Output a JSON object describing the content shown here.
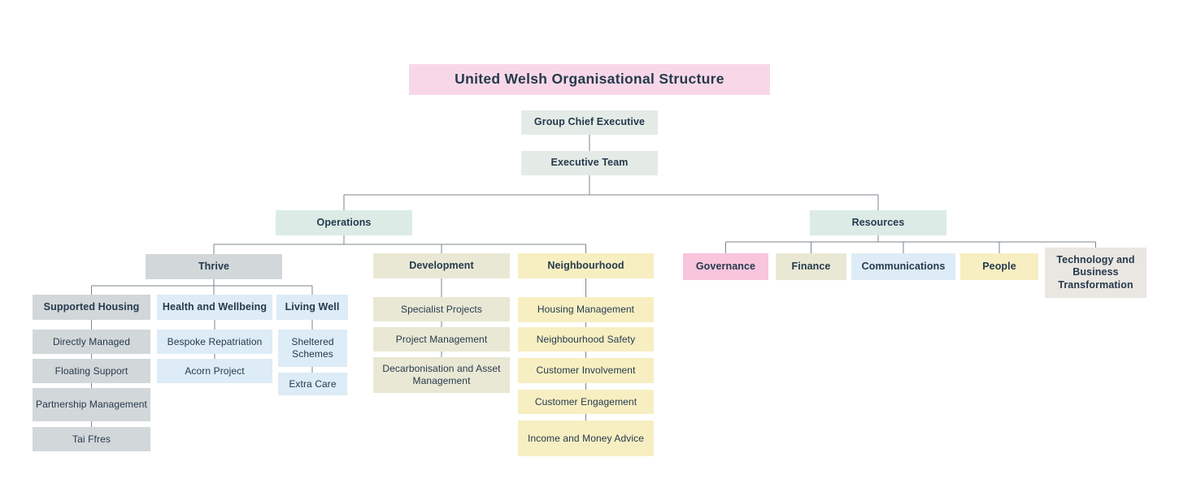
{
  "title": {
    "label": "United Welsh Organisational Structure"
  },
  "colors": {
    "title_bg": "#f8d8e8",
    "executive_bg": "#e4ebe7",
    "division_bg": "#dcebe6",
    "gray_bg": "#d2d7d9",
    "beige_bg": "#e9e8d4",
    "yellow_bg": "#f7efc2",
    "blue_bg": "#ddecf6",
    "pink_bg": "#f8c5dd",
    "warm_gray_bg": "#eae6e1",
    "text": "#253a4d",
    "connector": "#7b868d"
  },
  "nodes": {
    "group_chief_executive": {
      "label": "Group Chief Executive"
    },
    "executive_team": {
      "label": "Executive Team"
    },
    "operations": {
      "label": "Operations"
    },
    "resources": {
      "label": "Resources"
    },
    "thrive": {
      "label": "Thrive"
    },
    "development": {
      "label": "Development"
    },
    "neighbourhood": {
      "label": "Neighbourhood"
    },
    "supported_housing": {
      "label": "Supported Housing"
    },
    "health_and_wellbeing": {
      "label": "Health and Wellbeing"
    },
    "living_well": {
      "label": "Living Well"
    },
    "directly_managed": {
      "label": "Directly Managed"
    },
    "floating_support": {
      "label": "Floating Support"
    },
    "partnership_management": {
      "label": "Partnership Management"
    },
    "tai_ffres": {
      "label": "Tai Ffres"
    },
    "bespoke_repatriation": {
      "label": "Bespoke Repatriation"
    },
    "acorn_project": {
      "label": "Acorn Project"
    },
    "sheltered_schemes": {
      "label": "Sheltered Schemes"
    },
    "extra_care": {
      "label": "Extra Care"
    },
    "specialist_projects": {
      "label": "Specialist Projects"
    },
    "project_management": {
      "label": "Project Management"
    },
    "decarbonisation_and_asset_management": {
      "label": "Decarbonisation and Asset Management"
    },
    "housing_management": {
      "label": "Housing Management"
    },
    "neighbourhood_safety": {
      "label": "Neighbourhood Safety"
    },
    "customer_involvement": {
      "label": "Customer Involvement"
    },
    "customer_engagement": {
      "label": "Customer Engagement"
    },
    "income_and_money_advice": {
      "label": "Income and Money Advice"
    },
    "governance": {
      "label": "Governance"
    },
    "finance": {
      "label": "Finance"
    },
    "communications": {
      "label": "Communications"
    },
    "people": {
      "label": "People"
    },
    "technology_and_business_transformation": {
      "label": "Technology and Business Transformation"
    }
  },
  "hierarchy": {
    "group_chief_executive": [
      "executive_team"
    ],
    "executive_team": [
      "operations",
      "resources"
    ],
    "operations": [
      "thrive",
      "development",
      "neighbourhood"
    ],
    "thrive": [
      "supported_housing",
      "health_and_wellbeing",
      "living_well"
    ],
    "supported_housing": [
      "directly_managed",
      "floating_support",
      "partnership_management",
      "tai_ffres"
    ],
    "health_and_wellbeing": [
      "bespoke_repatriation",
      "acorn_project"
    ],
    "living_well": [
      "sheltered_schemes",
      "extra_care"
    ],
    "development": [
      "specialist_projects",
      "project_management",
      "decarbonisation_and_asset_management"
    ],
    "neighbourhood": [
      "housing_management",
      "neighbourhood_safety",
      "customer_involvement",
      "customer_engagement",
      "income_and_money_advice"
    ],
    "resources": [
      "governance",
      "finance",
      "communications",
      "people",
      "technology_and_business_transformation"
    ]
  }
}
